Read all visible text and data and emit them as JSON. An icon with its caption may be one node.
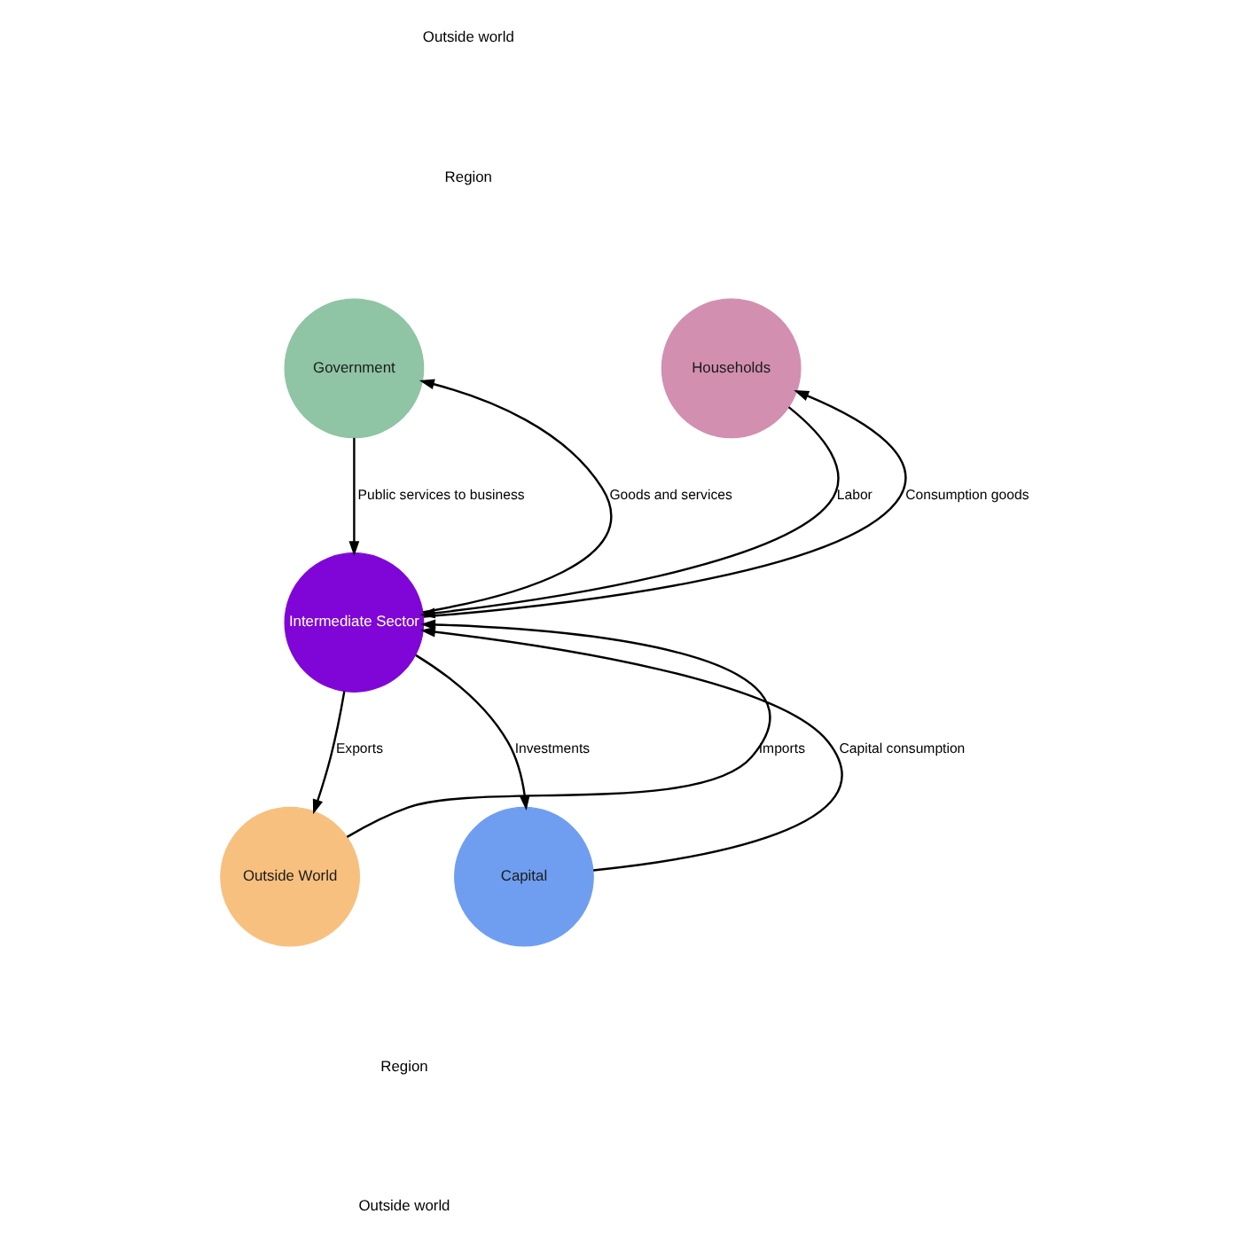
{
  "diagram": {
    "nodes": [
      {
        "text": [
          "Government"
        ]
      },
      {
        "text": [
          "Households"
        ]
      },
      {
        "text": [
          "Intermediate Sector"
        ]
      },
      {
        "text": [
          "Outside World"
        ]
      },
      {
        "text": [
          "Capital"
        ]
      }
    ],
    "edges": [
      {
        "from": 2,
        "to": 0,
        "arrow": "to",
        "label": "Goods and services"
      },
      {
        "from": 0,
        "to": 2,
        "arrow": "to",
        "label": "Public services to business"
      },
      {
        "from": 1,
        "to": 2,
        "arrow": "to",
        "label": "Labor"
      },
      {
        "from": 2,
        "to": 1,
        "arrow": "to",
        "label": "Consumption goods"
      },
      {
        "from": 2,
        "to": 3,
        "arrow": "to",
        "label": "Exports"
      },
      {
        "from": 3,
        "to": 2,
        "arrow": "to",
        "label": "Imports"
      },
      {
        "from": 2,
        "to": 4,
        "arrow": "to",
        "label": "Investments"
      },
      {
        "from": 4,
        "to": 2,
        "arrow": "to",
        "label": "Capital consumption"
      }
    ],
    "labels": [
      "Outside world",
      "Region",
      "Region",
      "Outside world"
    ]
  }
}
